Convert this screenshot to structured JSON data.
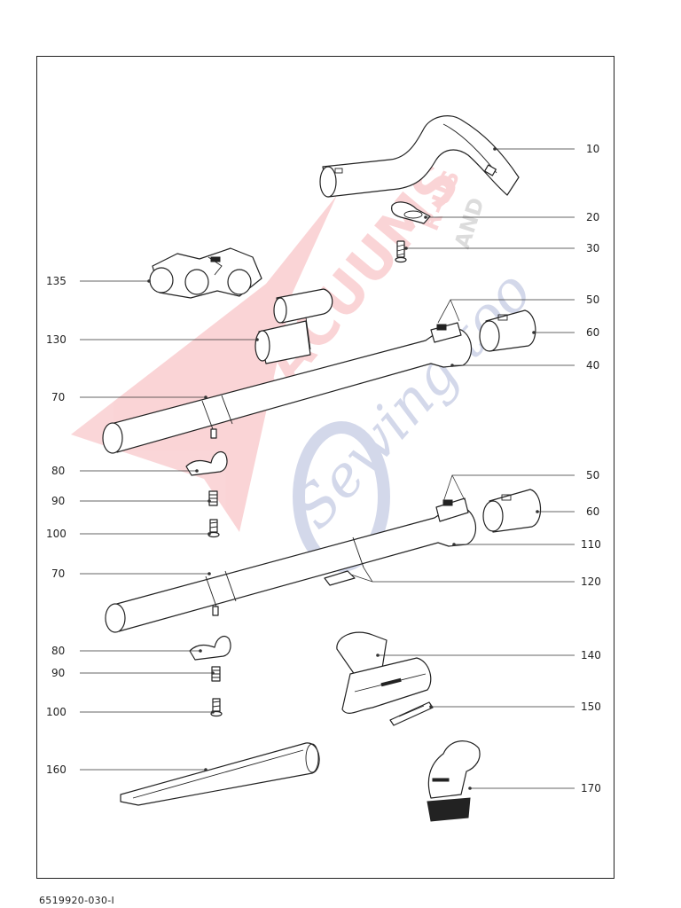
{
  "document": {
    "id": "6519920-030-I"
  },
  "watermark": {
    "main": "VACUUMS",
    "prefix": "R-US",
    "connector": "AND",
    "script": "Sewing too",
    "primary_color": "#e8303a",
    "secondary_color": "#2a3f9a"
  },
  "callouts": [
    {
      "label": "10"
    },
    {
      "label": "20"
    },
    {
      "label": "30"
    },
    {
      "label": "135"
    },
    {
      "label": "50"
    },
    {
      "label": "60"
    },
    {
      "label": "130"
    },
    {
      "label": "40"
    },
    {
      "label": "70"
    },
    {
      "label": "80"
    },
    {
      "label": "90"
    },
    {
      "label": "100"
    },
    {
      "label": "50"
    },
    {
      "label": "60"
    },
    {
      "label": "110"
    },
    {
      "label": "70"
    },
    {
      "label": "120"
    },
    {
      "label": "80"
    },
    {
      "label": "140"
    },
    {
      "label": "90"
    },
    {
      "label": "150"
    },
    {
      "label": "100"
    },
    {
      "label": "160"
    },
    {
      "label": "170"
    }
  ]
}
